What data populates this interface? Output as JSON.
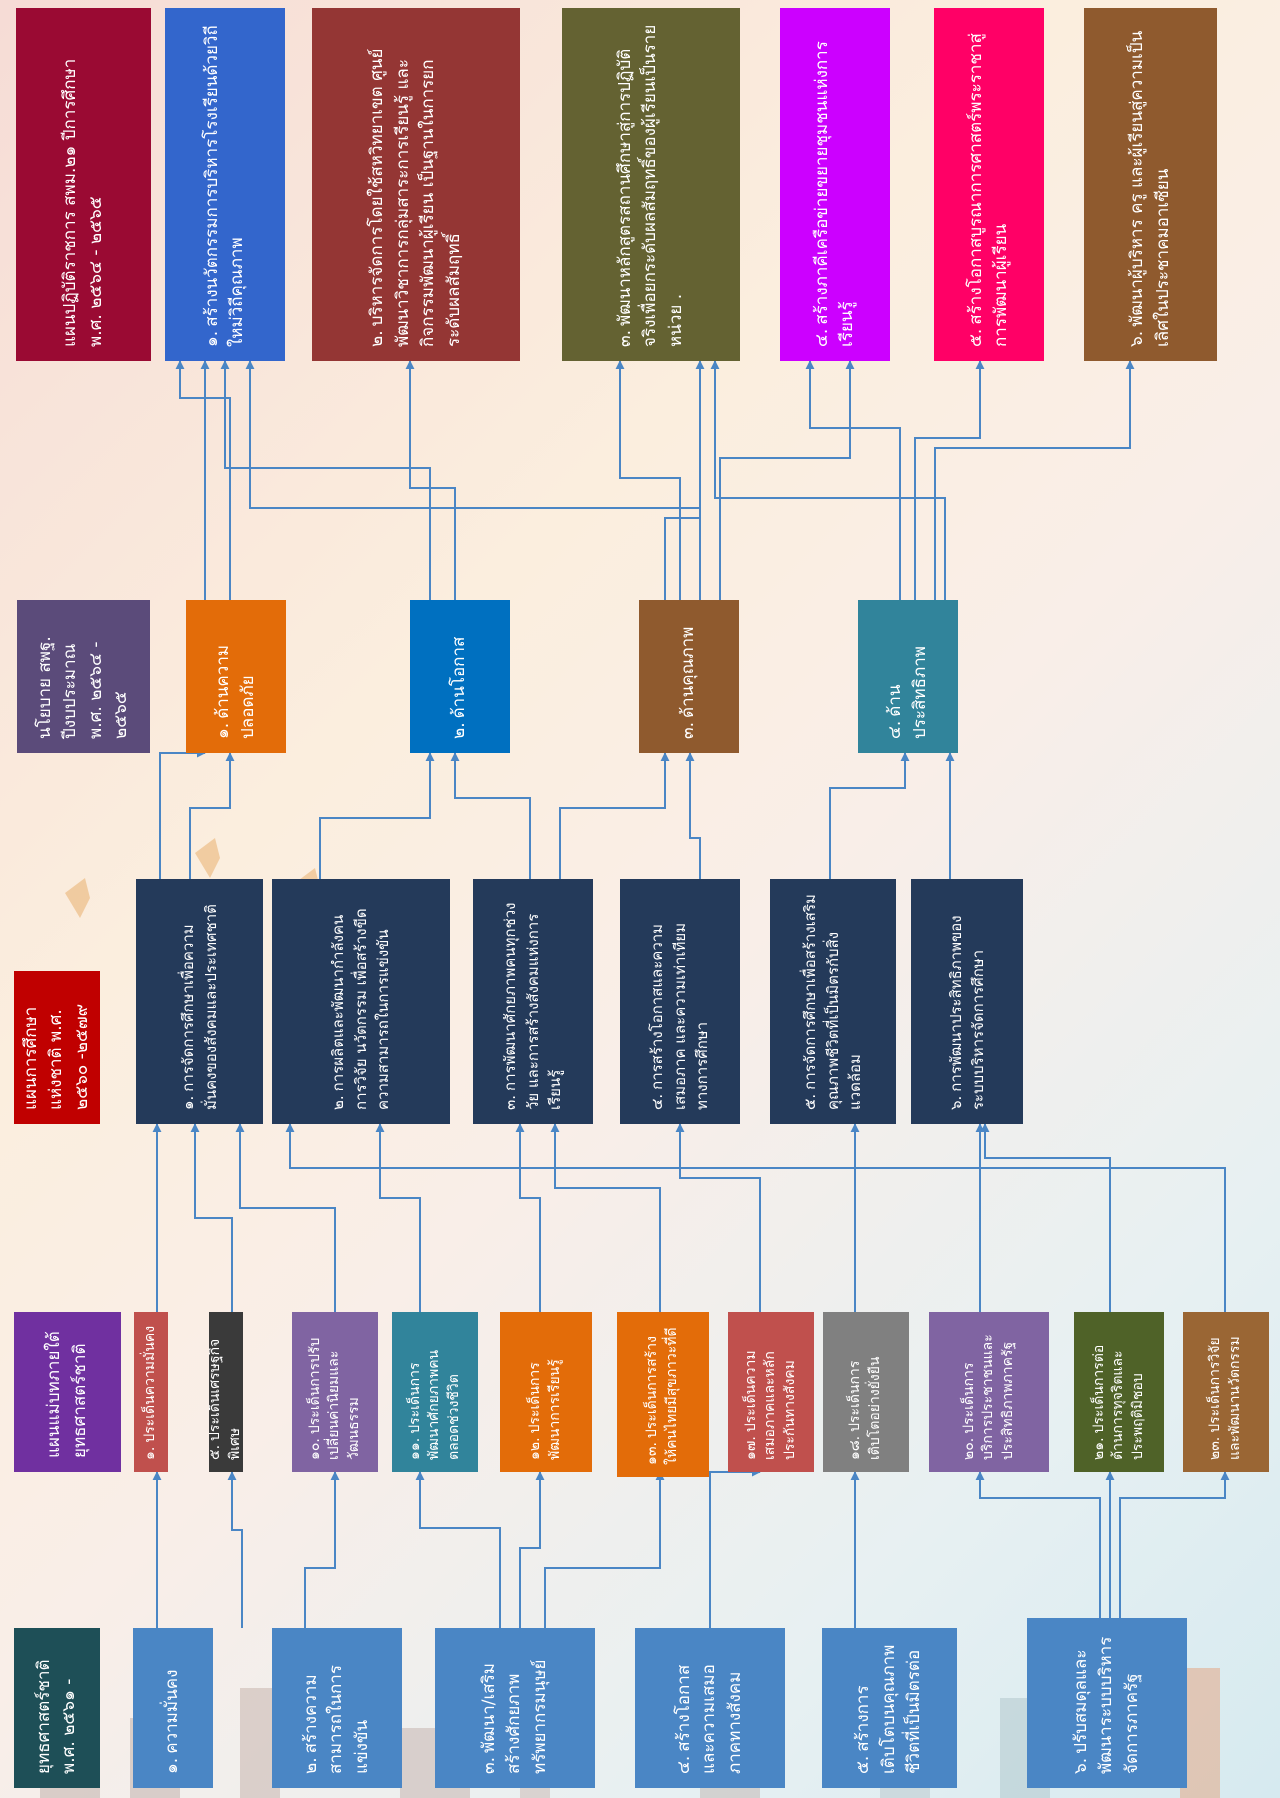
{
  "colors": {
    "connector": "#4a86c5",
    "strategy_box": "#4a86c5",
    "strategy_header": "#1e4f57",
    "master_plan_header": "#7030a0",
    "education_header": "#c00000",
    "policy_header": "#5b4b7a",
    "action_header": "#9a0a33",
    "navy": "#243a5a"
  },
  "columns": [
    {
      "key": "strategy",
      "header": "ยุทธศาสตร์ชาติ พ.ศ. ๒๕๖๑ -",
      "items": [
        {
          "num": "๑.",
          "text": "ความมั่นคง"
        },
        {
          "num": "๒.",
          "text": "สร้างความสามารถในการแข่งขัน"
        },
        {
          "num": "๓.",
          "text": "พัฒนา/เสริมสร้างศักยภาพทรัพยากรมนุษย์"
        },
        {
          "num": "๔.",
          "text": "สร้างโอกาสและความเสมอภาคทางสังคม"
        },
        {
          "num": "๕.",
          "text": "สร้างการเติบโตบนคุณภาพชีวิตที่เป็นมิตรต่อ"
        },
        {
          "num": "๖.",
          "text": "ปรับสมดุลและพัฒนาระบบบริหารจัดการภาครัฐ"
        }
      ]
    },
    {
      "key": "master_plan",
      "header": "แผนแม่บทภายใต้ยุทธศาสตร์ชาติ",
      "items": [
        {
          "num": "๑.",
          "text": "ประเด็นความมั่นคง"
        },
        {
          "num": "๕.",
          "text": "ประเด็นเศรษฐกิจพิเศษ"
        },
        {
          "num": "๑๐.",
          "text": "ประเด็นการปรับเปลี่ยนค่านิยมและวัฒนธรรม"
        },
        {
          "num": "๑๑.",
          "text": "ประเด็นการพัฒนาศักยภาพคนตลอดช่วงชีวิต"
        },
        {
          "num": "๑๒.",
          "text": "ประเด็นการพัฒนาการเรียนรู้"
        },
        {
          "num": "๑๓.",
          "text": "ประเด็นการสร้างให้คนไทยมีสุขภาวะที่ดี"
        },
        {
          "num": "๑๗.",
          "text": "ประเด็นความเสมอภาคและหลักประกันทางสังคม"
        },
        {
          "num": "๑๘.",
          "text": "ประเด็นการเติบโตอย่างยั่งยืน"
        },
        {
          "num": "๒๐.",
          "text": "ประเด็นการบริการประชาชนและประสิทธิภาพภาครัฐ"
        },
        {
          "num": "๒๑.",
          "text": "ประเด็นการต่อต้านการทุจริตและประพฤติมิชอบ"
        },
        {
          "num": "๒๓.",
          "text": "ประเด็นการวิจัยและพัฒนานวัตกรรม"
        }
      ]
    },
    {
      "key": "education_plan",
      "header": "แผนการศึกษาแห่งชาติ พ.ศ. ๒๕๖๐ -๒๕๗๙",
      "items": [
        {
          "num": "๑.",
          "text": "การจัดการศึกษาเพื่อความมั่นคงของสังคมและประเทศชาติ"
        },
        {
          "num": "๒.",
          "text": "การผลิตและพัฒนากำลังคน การวิจัย นวัตกรรม เพื่อสร้างขีดความสามารถในการแข่งขัน"
        },
        {
          "num": "๓.",
          "text": "การพัฒนาศักยภาพคนทุกช่วงวัย และการสร้างสังคมแห่งการเรียนรู้"
        },
        {
          "num": "๔.",
          "text": "การสร้างโอกาสและความเสมอภาค และความเท่าเทียมทางการศึกษา"
        },
        {
          "num": "๕.",
          "text": "การจัดการศึกษาเพื่อสร้างเสริมคุณภาพชีวิตที่เป็นมิตรกับสิ่งแวดล้อม"
        },
        {
          "num": "๖.",
          "text": "การพัฒนาประสิทธิภาพของระบบบริหารจัดการศึกษา"
        }
      ]
    },
    {
      "key": "policy",
      "header": "นโยบาย สพฐ. ปีงบประมาณ พ.ศ. ๒๕๖๔ - ๒๕๖๕",
      "items": [
        {
          "num": "๑.",
          "text": "ด้านความปลอดภัย"
        },
        {
          "num": "๒.",
          "text": "ด้านโอกาส"
        },
        {
          "num": "๓.",
          "text": "ด้านคุณภาพ"
        },
        {
          "num": "๔.",
          "text": "ด้าน ประสิทธิภาพ"
        }
      ]
    },
    {
      "key": "action_plan",
      "header": "แผนปฏิบัติราชการ สพม.๒๑ ปีการศึกษา พ.ศ. ๒๕๖๔ - ๒๕๖๕",
      "items": [
        {
          "num": "๑.",
          "text": "สร้างนวัตกรรมการบริหารโรงเรียนด้วยวิถีใหม่วิถีคุณภาพ"
        },
        {
          "num": "๒.",
          "text": "บริหารจัดการโดยใช้สหวิทยาเขต ศูนย์พัฒนาวิชาการกลุ่มสาระการเรียนรู้ และกิจกรรมพัฒนาผู้เรียน เป็นฐานในการยกระดับผลสัมฤทธิ์"
        },
        {
          "num": "๓.",
          "text": "พัฒนาหลักสูตรสถานศึกษาสู่การปฏิบัติจริงเพื่อยกระดับผลสัมฤทธิ์ของผู้เรียนเป็นรายหน่วย ."
        },
        {
          "num": "๔.",
          "text": "สร้างภาคีเครือข่ายขยายชุมชนแห่งการเรียนรู้"
        },
        {
          "num": "๕.",
          "text": "สร้างโอกาสบูรณาการศาสตร์พระราชาสู่การพัฒนาผู้เรียน"
        },
        {
          "num": "๖.",
          "text": "พัฒนาผู้บริหาร ครู และผู้เรียนสู่ความเป็นเลิศในประชาคมอาเซียน"
        }
      ]
    }
  ]
}
